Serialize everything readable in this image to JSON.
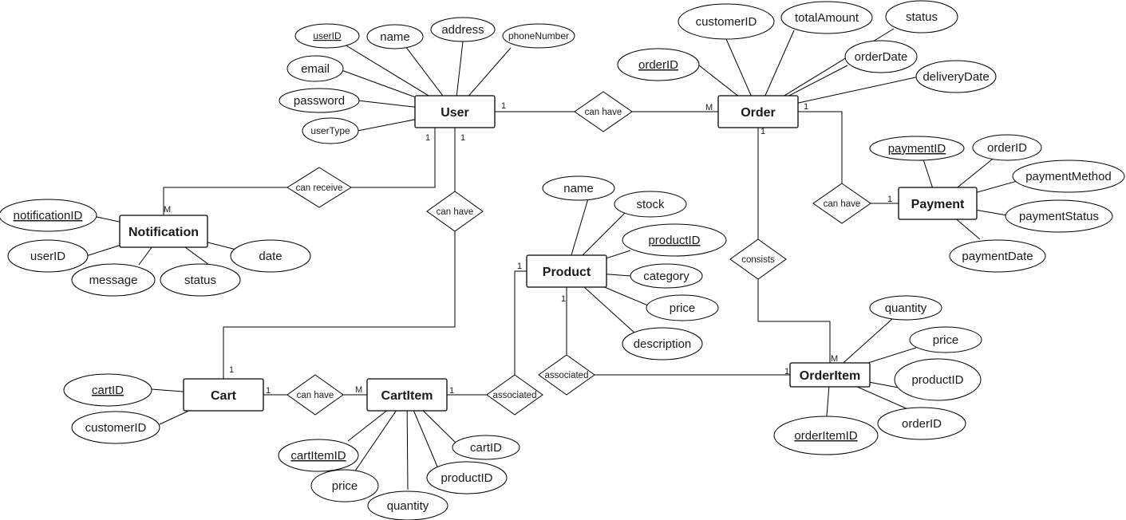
{
  "entities": {
    "user": "User",
    "order": "Order",
    "payment": "Payment",
    "notification": "Notification",
    "product": "Product",
    "cart": "Cart",
    "cartitem": "CartItem",
    "orderitem": "OrderItem"
  },
  "attributes": {
    "user": {
      "userID": "userID",
      "name": "name",
      "address": "address",
      "phoneNumber": "phoneNumber",
      "email": "email",
      "password": "password",
      "userType": "userType"
    },
    "order": {
      "customerID": "customerID",
      "totalAmount": "totalAmount",
      "status": "status",
      "orderID": "orderID",
      "orderDate": "orderDate",
      "deliveryDate": "deliveryDate"
    },
    "payment": {
      "paymentID": "paymentID",
      "orderID": "orderID",
      "paymentMethod": "paymentMethod",
      "paymentStatus": "paymentStatus",
      "paymentDate": "paymentDate"
    },
    "notification": {
      "notificationID": "notificationID",
      "userID": "userID",
      "message": "message",
      "status": "status",
      "date": "date"
    },
    "product": {
      "name": "name",
      "stock": "stock",
      "productID": "productID",
      "category": "category",
      "price": "price",
      "description": "description"
    },
    "orderitem": {
      "quantity": "quantity",
      "price": "price",
      "productID": "productID",
      "orderID": "orderID",
      "orderItemID": "orderItemID"
    },
    "cart": {
      "cartID": "cartID",
      "customerID": "customerID"
    },
    "cartitem": {
      "cartItemID": "cartItemID",
      "price": "price",
      "quantity": "quantity",
      "productID": "productID",
      "cartID": "cartID"
    }
  },
  "relationships": {
    "user_order": "can have",
    "order_payment": "can have",
    "user_notification": "can receive",
    "user_cart": "can have",
    "order_orderitem": "consists",
    "cart_cartitem": "can have",
    "cartitem_product": "associated",
    "product_orderitem": "associated"
  },
  "cardinalities": {
    "user_order_user": "1",
    "user_order_order": "M",
    "order_payment_order": "1",
    "order_payment_payment": "1",
    "user_notification_user": "1",
    "user_notification_notification": "M",
    "user_cart_user": "1",
    "user_cart_cart": "1",
    "order_orderitem_order": "1",
    "order_orderitem_orderitem": "M",
    "cart_cartitem_cart": "1",
    "cart_cartitem_cartitem": "M",
    "cartitem_product_cartitem": "1",
    "cartitem_product_product": "1",
    "product_orderitem_product": "1",
    "product_orderitem_orderitem": "1"
  }
}
